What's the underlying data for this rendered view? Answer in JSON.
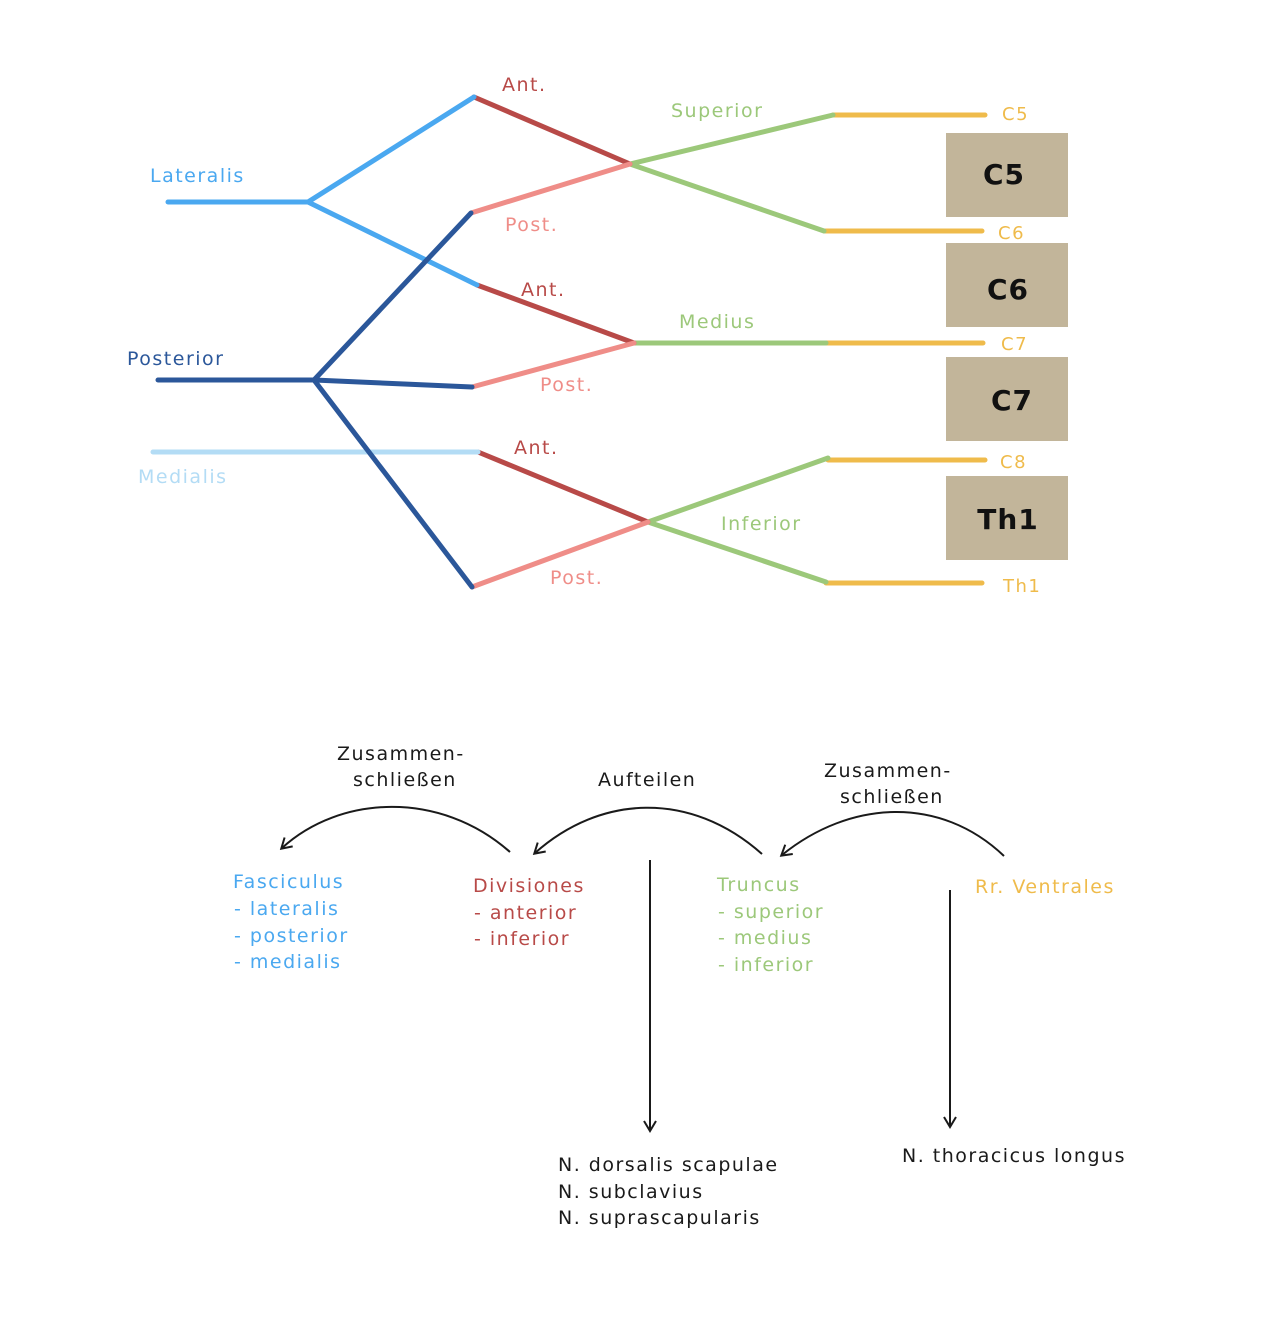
{
  "colors": {
    "lateralis": "#4aa8f0",
    "posterior": "#2b579a",
    "medialis": "#b3dcf5",
    "anterior_division": "#b84a48",
    "posterior_division": "#ef8d88",
    "truncus": "#9cc87a",
    "ramus": "#efbb4b",
    "box": "#c2b59a",
    "ink": "#1a1a1a"
  },
  "plexus": {
    "cords": {
      "lateralis": "Lateralis",
      "posterior": "Posterior",
      "medialis": "Medialis"
    },
    "divisions": {
      "ant_1": "Ant.",
      "post_1": "Post.",
      "ant_2": "Ant.",
      "post_2": "Post.",
      "ant_3": "Ant.",
      "post_3": "Post."
    },
    "trunks": {
      "superior": "Superior",
      "medius": "Medius",
      "inferior": "Inferior"
    },
    "rami": {
      "c5": "C5",
      "c6": "C6",
      "c7": "C7",
      "c8": "C8",
      "th1": "Th1"
    },
    "vertebrae": [
      "C5",
      "C6",
      "C7",
      "Th1"
    ]
  },
  "flow": {
    "arrow_left_label": [
      "Zusammen-",
      "schließen"
    ],
    "arrow_middle_label": "Aufteilen",
    "arrow_right_label": [
      "Zusammen-",
      "schließen"
    ],
    "fasciculus": {
      "title": "Fasciculus",
      "items": [
        "- lateralis",
        "- posterior",
        "- medialis"
      ]
    },
    "divisiones": {
      "title": "Divisiones",
      "items": [
        "- anterior",
        "- inferior"
      ]
    },
    "truncus": {
      "title": "Truncus",
      "items": [
        "- superior",
        "- medius",
        "- inferior"
      ]
    },
    "rami": {
      "title": "Rr. Ventrales"
    },
    "nerves_from_truncus": [
      "N. dorsalis scapulae",
      "N. subclavius",
      "N. suprascapularis"
    ],
    "nerves_from_rami": [
      "N. thoracicus longus"
    ]
  }
}
